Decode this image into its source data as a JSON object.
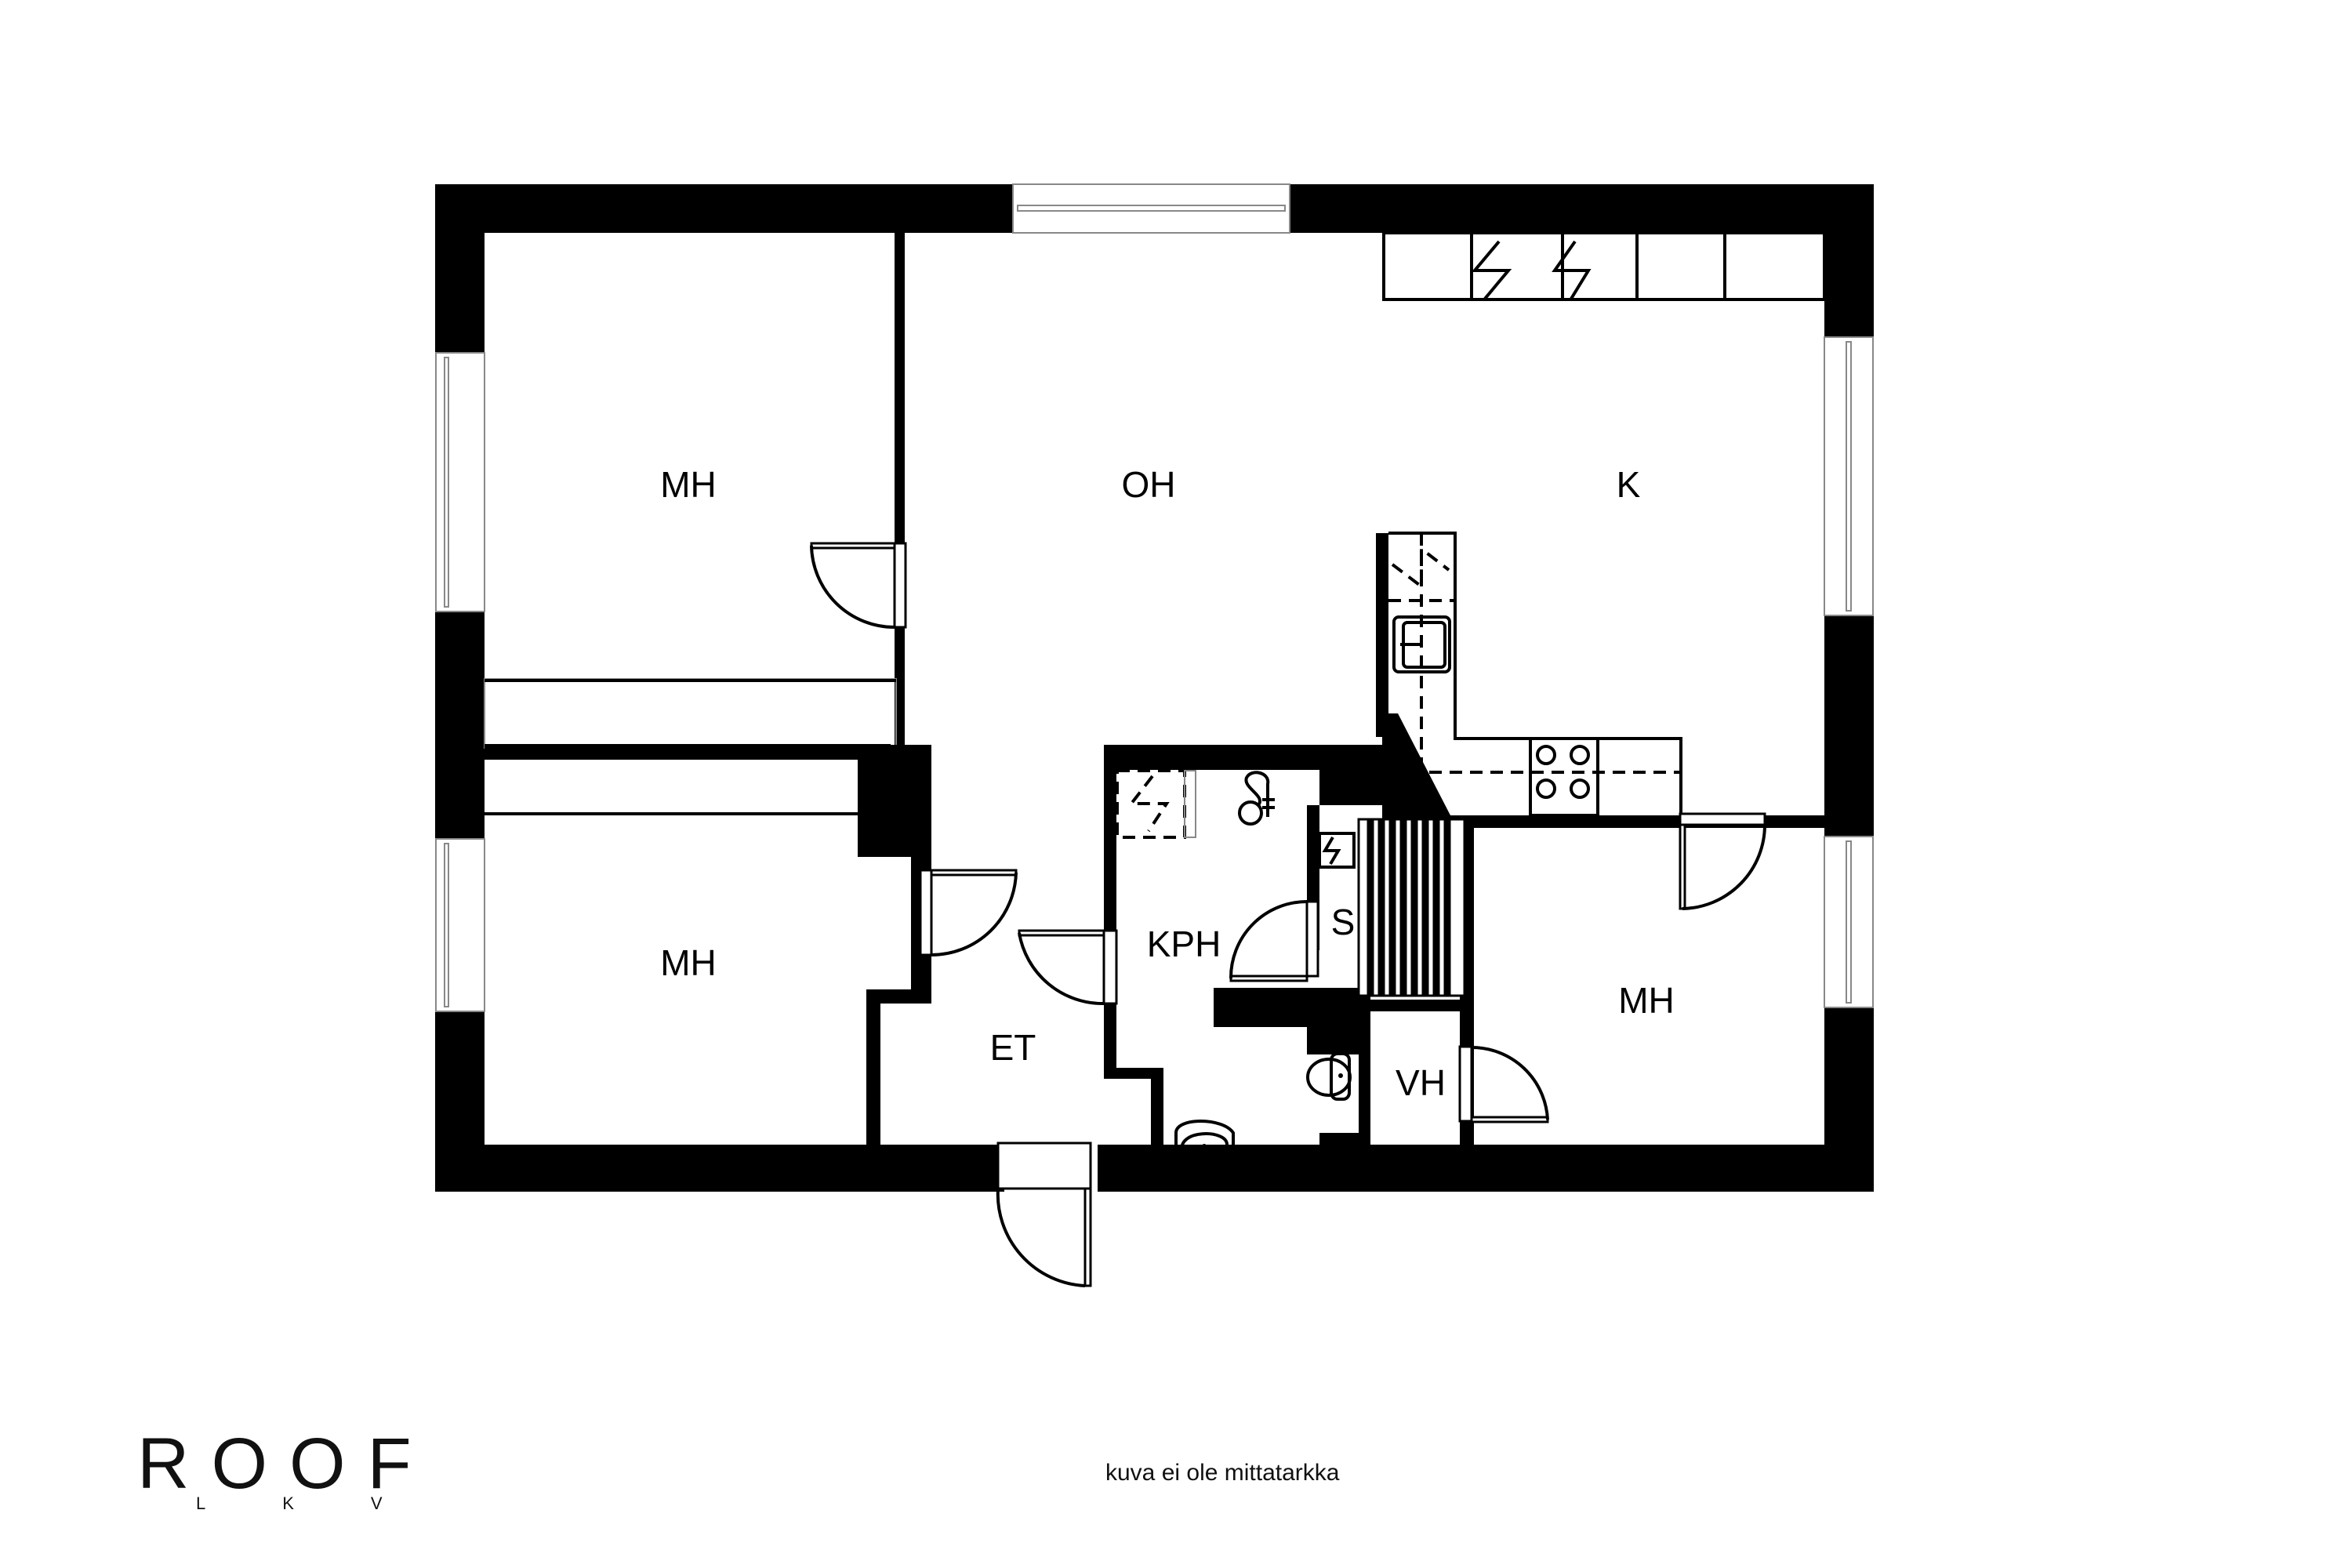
{
  "floor_plan": {
    "rooms": [
      {
        "id": "bedroom-1",
        "label": "MH"
      },
      {
        "id": "living-room",
        "label": "OH"
      },
      {
        "id": "kitchen",
        "label": "K"
      },
      {
        "id": "bedroom-2",
        "label": "MH"
      },
      {
        "id": "bathroom",
        "label": "KPH"
      },
      {
        "id": "sauna",
        "label": "S"
      },
      {
        "id": "hallway",
        "label": "ET"
      },
      {
        "id": "wardrobe",
        "label": "VH"
      },
      {
        "id": "bedroom-3",
        "label": "MH"
      }
    ],
    "symbols": [
      "stove-icon",
      "sink-icon",
      "dishwasher-icon",
      "washing-machine-icon",
      "shower-icon",
      "toilet-icon",
      "washbasin-icon",
      "sauna-heater-icon",
      "sauna-bench-icon"
    ]
  },
  "footer": {
    "logo_main": "ROOF",
    "logo_sub": "LKV",
    "disclaimer": "kuva ei ole mittatarkka"
  }
}
